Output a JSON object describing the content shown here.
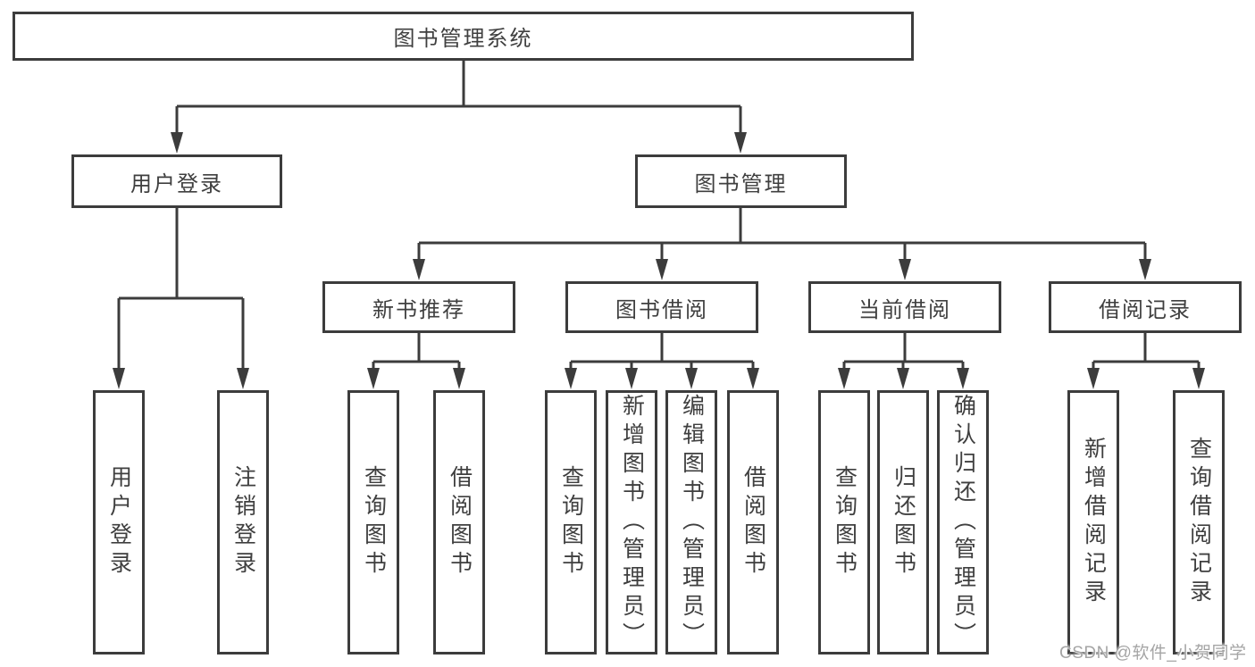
{
  "title": "图书管理系统",
  "level1": {
    "user_login": "用户登录",
    "book_mgmt": "图书管理"
  },
  "modules": {
    "new_books": "新书推荐",
    "borrowing": "图书借阅",
    "current": "当前借阅",
    "records": "借阅记录"
  },
  "leaves": {
    "login": "用户登录",
    "logout": "注销登录",
    "nb_query": "查询图书",
    "nb_borrow": "借阅图书",
    "bw_query": "查询图书",
    "bw_add": "新增图书（管理员）",
    "bw_edit": "编辑图书（管理员）",
    "bw_borrow": "借阅图书",
    "cur_query": "查询图书",
    "cur_return": "归还图书",
    "cur_confirm": "确认归还（管理员）",
    "rec_add": "新增借阅记录",
    "rec_query": "查询借阅记录"
  },
  "colors": {
    "line": "#3c3c3c",
    "text": "#3f3f3f",
    "watermark_gray": "#a5a5a5"
  },
  "watermark": "CSDN @软件_小贺同学"
}
